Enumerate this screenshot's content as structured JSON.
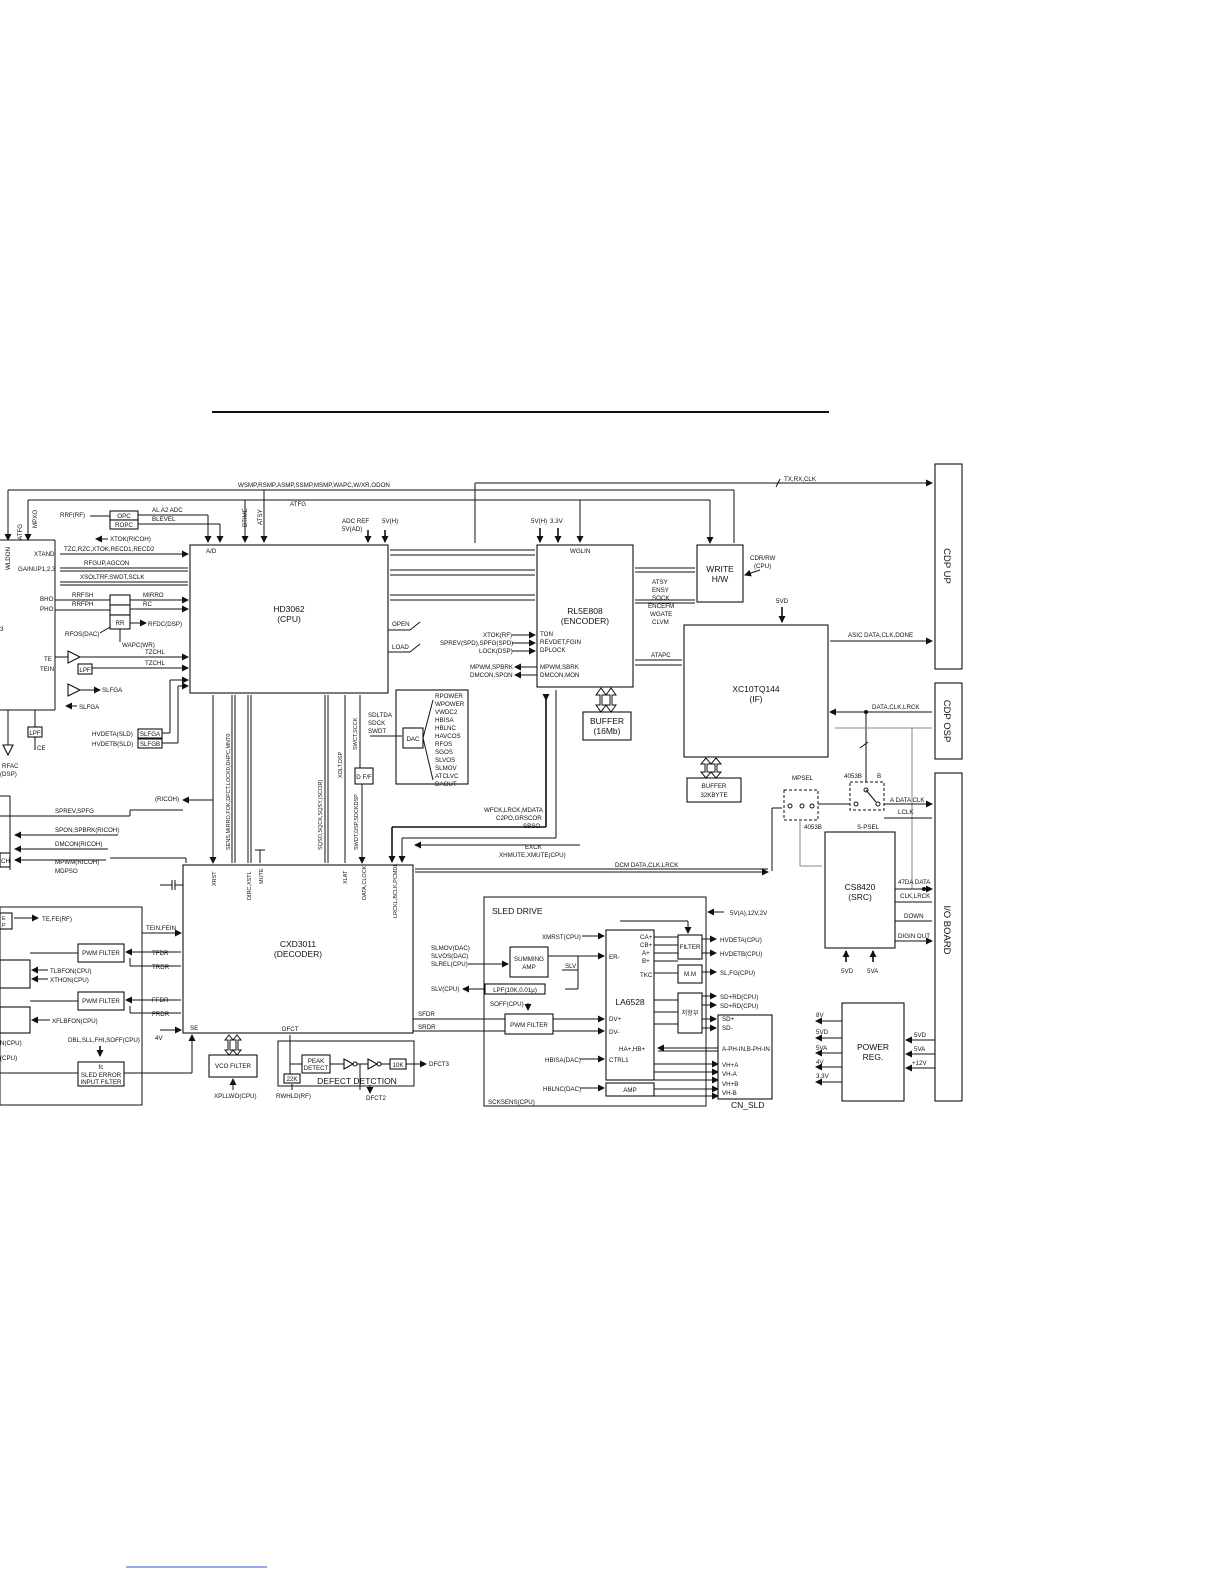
{
  "blocks": {
    "cpu_name": "HD3062",
    "cpu_role": "(CPU)",
    "enc_name": "RL5E808",
    "enc_role": "(ENCODER)",
    "write_1": "WRITE",
    "write_2": "H/W",
    "if_name": "XC10TQ144",
    "if_role": "(IF)",
    "dec_name": "CXD3011",
    "dec_role": "(DECODER)",
    "src_name": "CS8420",
    "src_role": "(SRC)",
    "buf1_1": "BUFFER",
    "buf1_2": "(16Mb)",
    "buf2_1": "BUFFER",
    "buf2_2": "32KBYTE",
    "la": "LA6528",
    "pwr_1": "POWER",
    "pwr_2": "REG.",
    "cdp_up": "CDP UP",
    "cdp_osp": "CDP OSP",
    "io_board": "I/O BOARD",
    "sled_drive": "SLED DRIVE",
    "cn_sld": "CN_SLD",
    "defect": "DEFECT DETCTION",
    "opc": "OPC",
    "ropc": "ROPC",
    "rr": "RR",
    "lpf": "LPF",
    "lpf2": "LPF",
    "slfga": "SLFGA",
    "slfgb": "SLFGB",
    "dac": "DAC",
    "dff": "D F/F",
    "pwm1": "PWM FILTER",
    "pwm2": "PWM FILTER",
    "pwm3": "PWM FILTER",
    "vco": "VCO FILTER",
    "peak_1": "PEAK",
    "peak_2": "DETECT",
    "k22": "22K",
    "k10": "10K",
    "summing_1": "SUMMING",
    "summing_2": "AMP",
    "lpf10k": "LPF(10K,0.01μ)",
    "filter": "FILTER",
    "mm": "M.M",
    "hanja": "저항부",
    "amp": "AMP",
    "sled_err_1": "fc",
    "sled_err_2": "SLED ERROR",
    "sled_err_3": "INPUT FILTER",
    "ch": "CH",
    "e_p_1": "E",
    "e_p_2": "P"
  },
  "signals": {
    "wsmp": "WSMP,RSMP,ASMP,SSMP,MSMP,WAPC,W/XR,ODON",
    "txrx": "TX,RX,CLK",
    "atfg_top": "ATFG",
    "btime": "BTIME",
    "atsy_v": "ATSY",
    "adcref": "ADC REF",
    "adcref2": "5V(AD)",
    "v5h": "5V(H)",
    "v5h_enc": "5V(H)",
    "v33": "3.3V",
    "rrf": "RRF(RF)",
    "al": "AL A2 ADC",
    "blevel": "BLEVEL",
    "xtok_ricoh": "XTOK(RICOH)",
    "ad": "A/D",
    "tzc": "TZC,RZC,XTOK,RECD1,RECD2",
    "rfgup": "RFGUP,AGCON",
    "xsoltrf": "XSOLTRF,SWDT,SCLK",
    "rrfsh": "RRFSH",
    "rrfph": "RRFPH",
    "mirro": "MIRRO",
    "rc": "RC",
    "rfdc": "RFDC(DSP)",
    "rfos": "RFOS(DAC)",
    "wapc": "WAPC(WR)",
    "tzchl1": "TZCHL",
    "tzchl2": "TZCHL",
    "slfga_out": "SLFGA",
    "slfga_in": "SLFGA",
    "hvdeta": "HVDETA(SLD)",
    "hvdetb": "HVDETB(SLD)",
    "mpxo": "MPXO",
    "atfg_v": "ATFG",
    "wldon": "WLDON",
    "xtand": "XTAND",
    "gain": "GAINUP1,2,3",
    "bho": "BHO",
    "pho": "PHO",
    "n3": "3",
    "te": "TE",
    "tein": "TEIN",
    "ce": "CE",
    "rfac_1": "RFAC",
    "rfac_2": "(DSP)",
    "open": "OPEN",
    "load": "LOAD",
    "xtok_rf": "XTOK(RF)",
    "sprev_spd": "SPREV(SPD),SPFG(SPD)",
    "lock_dsp": "LOCK(DSP)",
    "mpwm_sp": "MPWM,SPBRK",
    "dmcon_spon": "DMCON,SPON",
    "ton": "TON",
    "revdet": "REVDET,FGIN",
    "dplock": "DPLOCK",
    "mpwm_enc": "MPWM,SBRK",
    "dmcon_mon": "DMCON,MON",
    "wglin": "WGLIN",
    "atsy_list": "ATSY",
    "ensy": "ENSY",
    "sock": "SOCK",
    "encefm": "ENCEFM",
    "wgate": "WGATE",
    "clvm": "CLVM",
    "atapc": "ATAPC",
    "cdrw_1": "CDR/RW",
    "cdrw_2": "(CPU)",
    "v5vd": "5VD",
    "asic": "ASIC DATA,CLK,DONE",
    "dataclk": "DATA,CLK,LRCK",
    "sdltda": "SDLTDA",
    "sdck": "SDCK",
    "swdt": "SWDT",
    "d_rpower": "RPOWER",
    "d_wpower": "WPOWER",
    "d_vwdc2": "VWDC2",
    "d_hbisa": "HBISA",
    "d_hblnc": "HBLNC",
    "d_havcos": "HAVCOS",
    "d_rfos": "RFOS",
    "d_sgos": "SGOS",
    "d_slvos": "SLVOS",
    "d_slmov": "SLMOV",
    "d_atclvc": "ATCLVC",
    "d_daout": "DAOUT",
    "sens": "SENS,MIRRO,FOK,DFCT,LOCK0,DHPC,MNT0",
    "sqso": "SQSO,SQCK,SQSY,(SCOR)",
    "xolt": "XOLT,DSP",
    "swct": "SWCT,SCCK",
    "swdt_dsp": "SWDT,DSP,SDCKDSP",
    "ricoh": "(RICOH)",
    "sprev_spfg": "SPREV,SPFG",
    "spon": "SPON,SPBRK(RICOH)",
    "dmcon_r": "DMCON(RICOH)",
    "mpwm_r": "MPWM(RICOH)",
    "mdpso": "MDPSO",
    "wfck": "WFCK,LRCK,MDATA",
    "c2po": "C2PO,GRSCOR",
    "sbso": "SBSO",
    "exck": "EXCK",
    "xhmute": "XHMUTE,XMUTE(CPU)",
    "dcm": "DCM DATA,CLK,LRCK",
    "xrst": "XRST",
    "dirc": "DIRC,XSTL",
    "mute": "MUTE",
    "xlat": "XLAT",
    "dataclock": "DATA,CLOCK",
    "lrckl": "LRCKL,BCLK,PCMDL",
    "tefe": "TE,FE(RF)",
    "teinfein": "TEIN,FEIN",
    "tfdr": "TFDR",
    "trdr": "TRDR",
    "ffdr": "FFDR",
    "frdr": "FRDR",
    "tlbfon": "TLBFON(CPU)",
    "xthon": "XTHON(CPU)",
    "xflbfon": "XFLBFON(CPU)",
    "dbl": "DBL,SLL,FHI,SOFF(CPU)",
    "v4": "4V",
    "se": "SE",
    "ncpu1": "N(CPU)",
    "ncpu2": "(CPU)",
    "dfct": "DFCT",
    "dfct3": "DFCT3",
    "dfct2": "DFCT2",
    "xpllwo": "XPLLWO(CPU)",
    "rwhld": "RWHLD(RF)",
    "v5va": "5V(A),12V,2V",
    "xmrst": "XMRST(CPU)",
    "slmov": "SLMOV(DAC)",
    "slvos": "SLVOS(DAC)",
    "slrel": "SLREL(CPU)",
    "slv": "SLV",
    "slv_cpu": "SLV(CPU)",
    "soff": "SOFF(CPU)",
    "sfdr": "SFDR",
    "srdr": "SRDR",
    "hbisa_dac": "HBISA(DAC)",
    "hblnc_dac": "HBLNC(DAC)",
    "scksens": "SCKSENS(CPU)",
    "ca": "CA+",
    "cb": "CB+",
    "a_p": "A+",
    "b_p": "B+",
    "er": "ER-",
    "tkc": "TKC",
    "dvp": "DV+",
    "dvm": "DV-",
    "ha_hb": "HA+,HB+",
    "ctrl1": "CTRL1",
    "hvdeta_cpu": "HVDETA(CPU)",
    "hvdetb_cpu": "HVDETB(CPU)",
    "slfg_cpu": "SL,FG(CPU)",
    "sdrd1": "SD+RD(CPU)",
    "sdrd2": "SD+RD(CPU)",
    "sdp": "SD+",
    "sdm": "SD-",
    "aphin": "A-PH-IN,B-PH-IN",
    "vha1": "VH+A",
    "vha2": "VH-A",
    "vhb1": "VH+B",
    "vhb2": "VH-B",
    "mpsel": "MPSEL",
    "sel4053a": "4053B",
    "sel4053b": "4053B",
    "b_sel": "B",
    "spsel": "S-PSEL",
    "adataclk": "A DATA CLK",
    "lclk": "LCLK",
    "v47": "47DA DATA",
    "clklrck": "CLK,LRCK",
    "down": "DOWN",
    "digin": "DIGIN OUT",
    "svd": "5VD",
    "sva": "5VA",
    "p8v": "8V",
    "p5vd": "5VD",
    "p5va": "5VA",
    "p4v": "4V",
    "p33": "3.3V",
    "pin5vd": "5VD",
    "pin5va": "5VA",
    "pin12": "+12V"
  }
}
